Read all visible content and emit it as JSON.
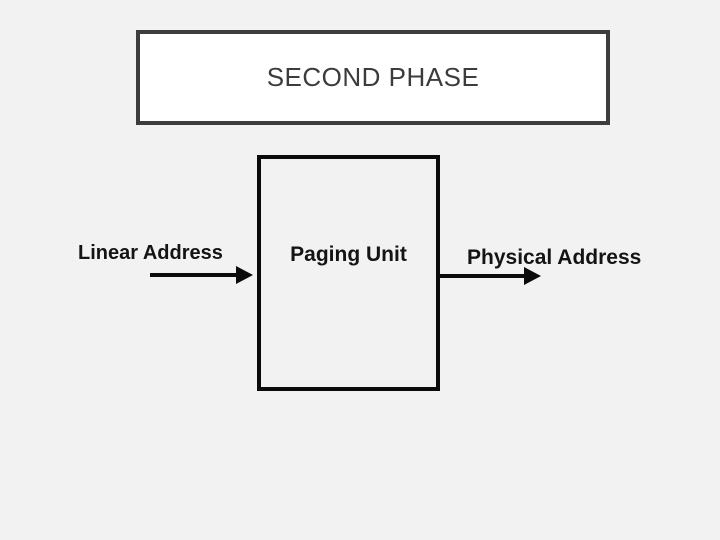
{
  "slide": {
    "title": "SECOND PHASE"
  },
  "diagram": {
    "input_label": "Linear Address",
    "process_label": "Paging Unit",
    "output_label": "Physical Address"
  },
  "colors": {
    "slide_background": "#f2f2f2",
    "title_box_fill": "#ffffff",
    "title_box_border": "#3d3d3d",
    "title_text": "#3c3c3c",
    "process_box_border": "#0b0b0b",
    "label_text": "#141414",
    "arrow": "#0b0b0b"
  }
}
